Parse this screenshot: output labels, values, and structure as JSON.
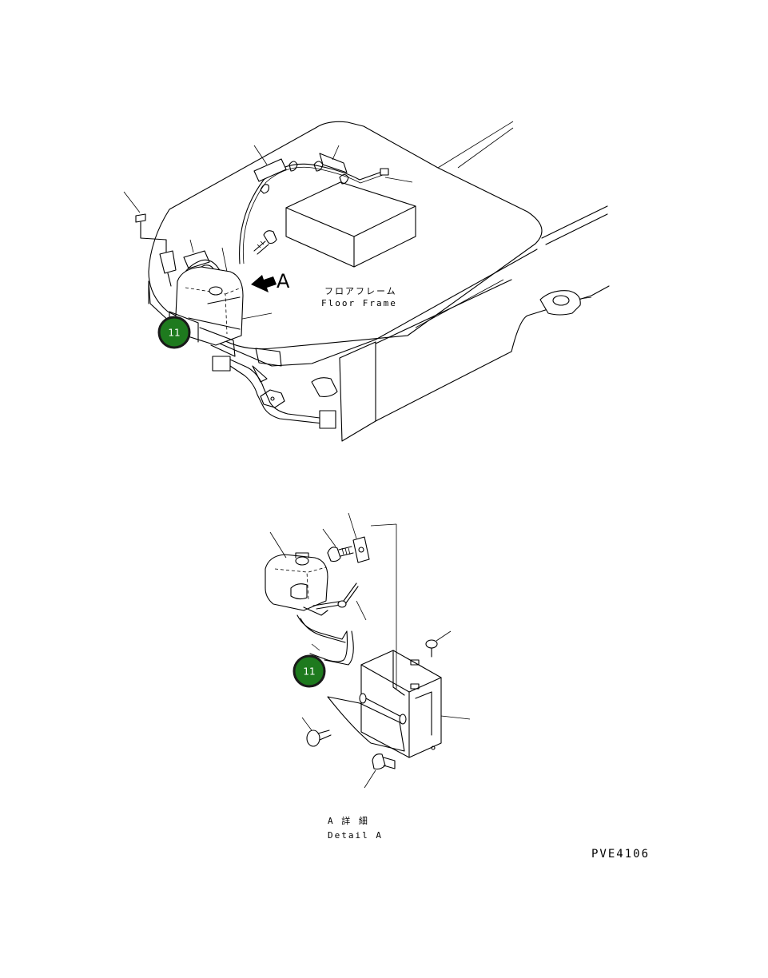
{
  "upper_view": {
    "view_arrow_label": "A",
    "floor_frame_jp": "フロアフレーム",
    "floor_frame_en": "Floor Frame"
  },
  "detail_view": {
    "title_jp": "A 詳 細",
    "title_en": "Detail A"
  },
  "drawing_code": "PVE4106",
  "callouts": [
    {
      "label": "11",
      "color": "#1e7a1e"
    },
    {
      "label": "11",
      "color": "#1e7a1e"
    }
  ]
}
